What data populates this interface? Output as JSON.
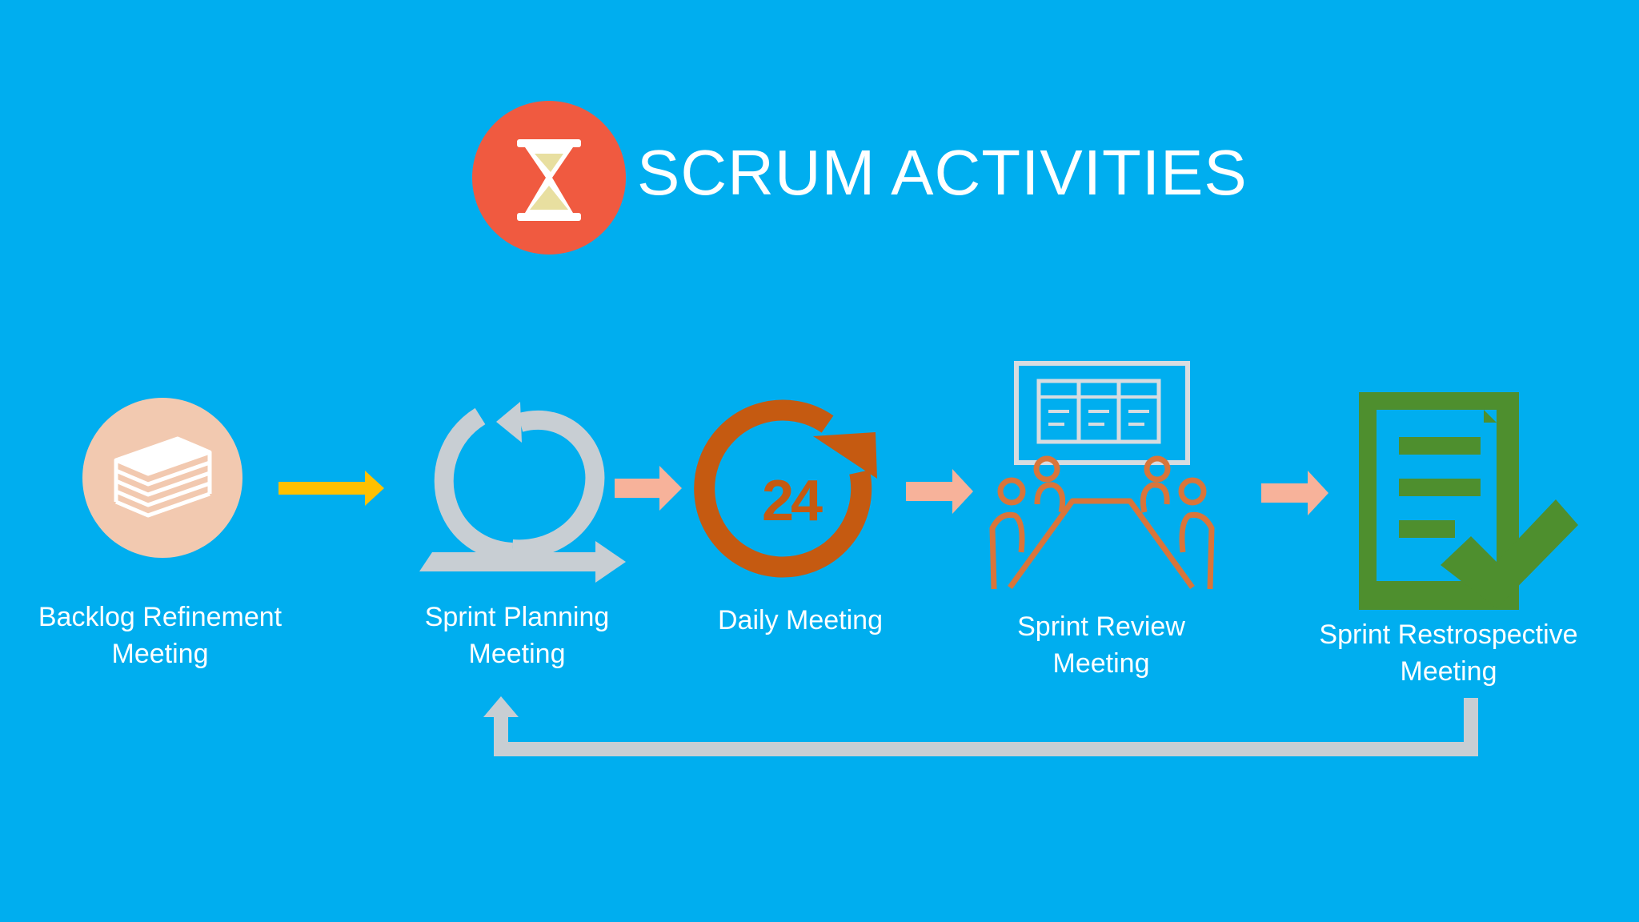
{
  "header": {
    "title": "SCRUM ACTIVITIES",
    "icon": "hourglass-icon"
  },
  "steps": [
    {
      "id": "backlog-refinement",
      "line1": "Backlog Refinement",
      "line2": "Meeting",
      "icon": "paper-stack-icon"
    },
    {
      "id": "sprint-planning",
      "line1": "Sprint Planning",
      "line2": "Meeting",
      "icon": "cycle-arrows-icon"
    },
    {
      "id": "daily-meeting",
      "line1": "Daily Meeting",
      "line2": "",
      "icon": "24-hour-icon"
    },
    {
      "id": "sprint-review",
      "line1": "Sprint Review",
      "line2": "Meeting",
      "icon": "meeting-board-icon"
    },
    {
      "id": "sprint-retrospective",
      "line1": "Sprint Restrospective",
      "line2": "Meeting",
      "icon": "checklist-icon"
    }
  ],
  "colors": {
    "background": "#00AEEF",
    "hourglass_circle": "#F05A40",
    "paper_circle": "#F2C9B0",
    "first_arrow": "#FFC000",
    "step_arrows": "#F7B29A",
    "cycle_arrows": "#C8CED3",
    "daily_orange": "#C55A11",
    "review_orange": "#D9753A",
    "board_gray": "#D7DCE0",
    "retro_green": "#4E8F2E",
    "feedback_loop": "#C8CED3"
  },
  "daily_icon_text": "24"
}
